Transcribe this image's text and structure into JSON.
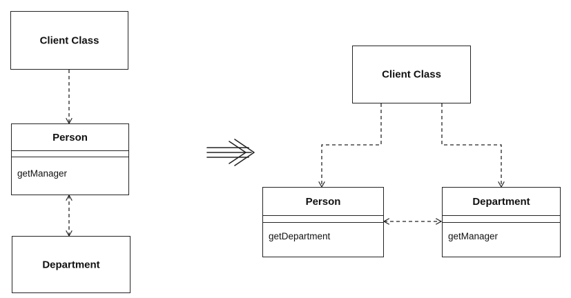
{
  "left": {
    "client": {
      "name": "Client Class"
    },
    "person": {
      "name": "Person",
      "method": "getManager"
    },
    "department": {
      "name": "Department"
    }
  },
  "right": {
    "client": {
      "name": "Client Class"
    },
    "person": {
      "name": "Person",
      "method": "getDepartment"
    },
    "department": {
      "name": "Department",
      "method": "getManager"
    }
  },
  "colors": {
    "line": "#222222"
  }
}
